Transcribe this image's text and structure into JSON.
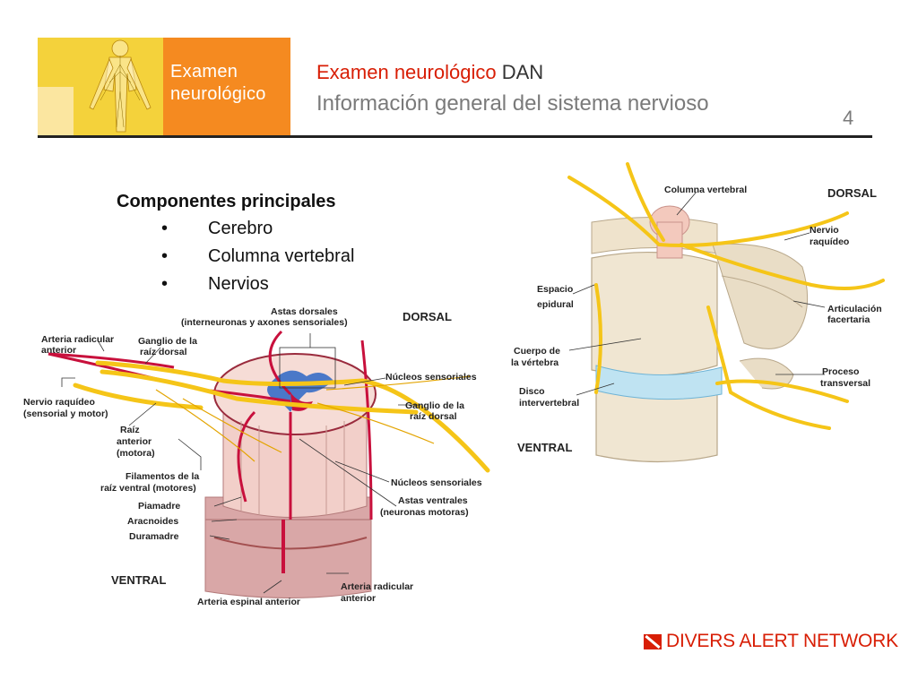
{
  "header": {
    "badge_line1": "Examen",
    "badge_line2": "neurológico",
    "title_red": "Examen neurológico",
    "title_rest": " DAN",
    "subtitle": "Información general del sistema nervioso",
    "page_number": "4"
  },
  "components": {
    "heading": "Componentes principales",
    "items": [
      "Cerebro",
      "Columna vertebral",
      "Nervios"
    ]
  },
  "left_figure": {
    "dorsal": "DORSAL",
    "ventral": "VENTRAL",
    "labels": {
      "astas_dorsales_1": "Astas dorsales",
      "astas_dorsales_2": "(interneuronas y axones sensoriales)",
      "arteria_radicular_1": "Arteria radicular",
      "arteria_radicular_2": "anterior",
      "ganglio_raiz_1": "Ganglio de la",
      "ganglio_raiz_2": "raíz dorsal",
      "nucleos_sensoriales_top": "Núcleos sensoriales",
      "ganglio_raiz_right_1": "Ganglio de la",
      "ganglio_raiz_right_2": "raíz dorsal",
      "nervio_raquideo_1": "Nervio raquídeo",
      "nervio_raquideo_2": "(sensorial y motor)",
      "raiz_anterior_1": "Raíz",
      "raiz_anterior_2": "anterior",
      "raiz_anterior_3": "(motora)",
      "filamentos_1": "Filamentos de la",
      "filamentos_2": "raíz ventral (motores)",
      "piamadre": "Piamadre",
      "aracnoides": "Aracnoides",
      "duramadre": "Duramadre",
      "nucleos_sensoriales_bottom": "Núcleos sensoriales",
      "astas_ventrales_1": "Astas ventrales",
      "astas_ventrales_2": "(neuronas motoras)",
      "arteria_radicular_bottom_1": "Arteria radicular",
      "arteria_radicular_bottom_2": "anterior",
      "arteria_espinal": "Arteria espinal anterior"
    }
  },
  "right_figure": {
    "dorsal": "DORSAL",
    "ventral": "VENTRAL",
    "labels": {
      "columna_vertebral": "Columna vertebral",
      "nervio_raquideo_1": "Nervio",
      "nervio_raquideo_2": "raquídeo",
      "espacio_epidural_1": "Espacio",
      "espacio_epidural_2": "epidural",
      "articulacion_1": "Articulación",
      "articulacion_2": "facertaria",
      "cuerpo_vertebra_1": "Cuerpo de",
      "cuerpo_vertebra_2": "la vértebra",
      "proceso_1": "Proceso",
      "proceso_2": "transversal",
      "disco_1": "Disco",
      "disco_2": "intervertebral"
    }
  },
  "footer": {
    "logo_text": "DIVERS ALERT NETWORK"
  },
  "colors": {
    "accent_red": "#d81e05",
    "badge_orange": "#f58a20",
    "thumb_yellow": "#f4d23b",
    "nerve_yellow": "#f5c518",
    "artery_red": "#c8103c"
  }
}
